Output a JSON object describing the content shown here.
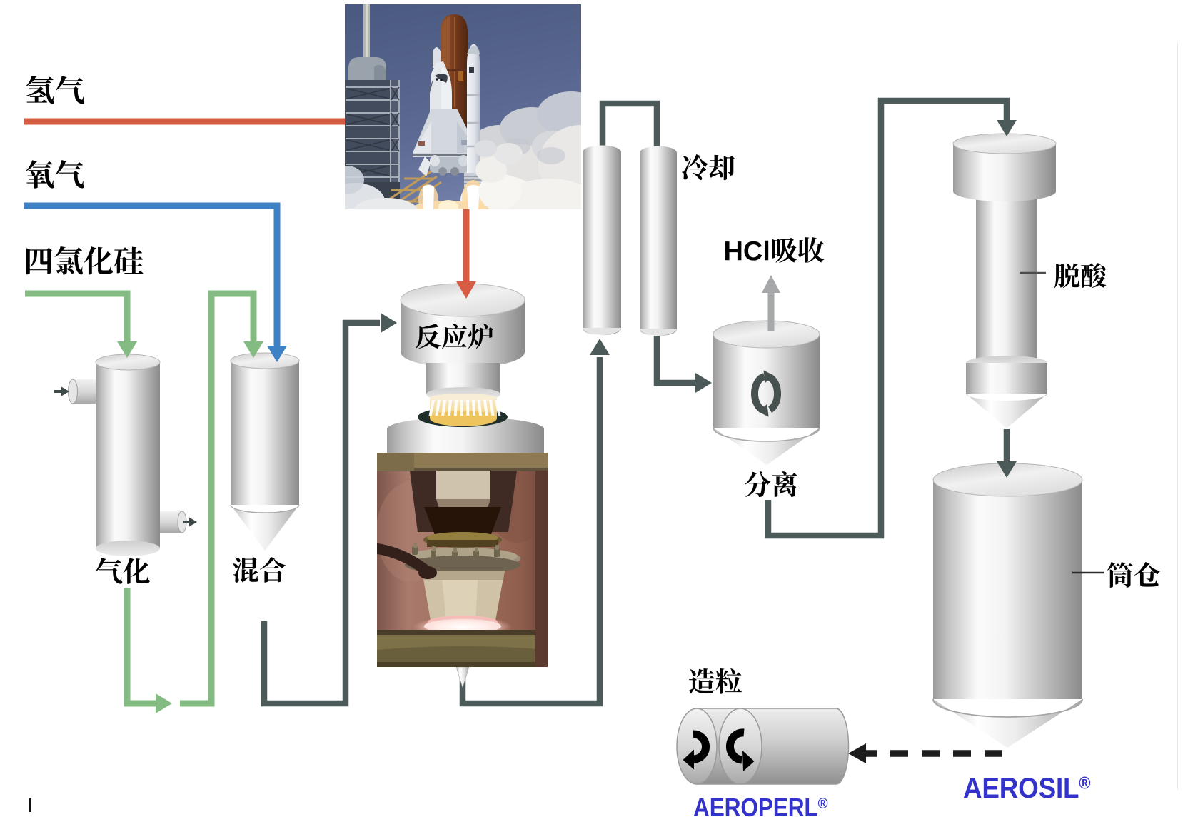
{
  "slide": {
    "background": "#ffffff",
    "footer_cursor": "|"
  },
  "labels": {
    "hydrogen": "氢气",
    "oxygen": "氧气",
    "silicon_tetrachloride": "四氯化硅",
    "vaporizer": "气化",
    "mixer": "混合",
    "reactor": "反应炉",
    "cooling": "冷却",
    "hcl_absorption": "HCl吸收",
    "separator": "分离",
    "deacidification": "脱酸",
    "silo": "筒仓",
    "granulation": "造粒"
  },
  "brands": {
    "aerosil": {
      "name": "AEROSIL",
      "mark": "®",
      "color": "#3333cc"
    },
    "aeroperl": {
      "name": "AEROPERL",
      "mark": "®",
      "color": "#3333cc"
    }
  },
  "streams": [
    {
      "id": "hydrogen-line",
      "label": "氢气",
      "color": "#d85b44",
      "from": "hydrogen source",
      "to": "reactor burner"
    },
    {
      "id": "oxygen-line",
      "label": "氧气",
      "color": "#3d80c4",
      "from": "oxygen source",
      "to": "mixer"
    },
    {
      "id": "sicl4-line",
      "label": "四氯化硅",
      "color": "#84bb82",
      "from": "silicon tetrachloride",
      "to": "vaporizer"
    },
    {
      "id": "vapor-line",
      "label": "",
      "color": "#84bb82",
      "from": "vaporizer",
      "to": "mixer"
    },
    {
      "id": "mix-line",
      "label": "",
      "color": "#4d5a5a",
      "from": "mixer",
      "to": "reactor"
    },
    {
      "id": "reactor-line",
      "label": "",
      "color": "#4d5a5a",
      "from": "reactor",
      "to": "cooling"
    },
    {
      "id": "cooling-line",
      "label": "",
      "color": "#4d5a5a",
      "from": "cooling",
      "to": "separator"
    },
    {
      "id": "hcl-line",
      "label": "HCl吸收",
      "color": "#a6a8aa",
      "from": "separator",
      "to": "HCl absorption"
    },
    {
      "id": "separator-line",
      "label": "",
      "color": "#4d5a5a",
      "from": "separator",
      "to": "deacidification"
    },
    {
      "id": "deacid-line",
      "label": "",
      "color": "#4d5a5a",
      "from": "deacidification",
      "to": "silo"
    },
    {
      "id": "granulate-line",
      "label": "",
      "color": "#1d1d1d",
      "from": "silo",
      "to": "granulator",
      "style": "dashed"
    }
  ],
  "images": [
    {
      "id": "shuttle-launch-photo",
      "alt": "Space shuttle lifting off from launch pad"
    },
    {
      "id": "burner-photo",
      "alt": "Reaction furnace burner flame"
    }
  ]
}
